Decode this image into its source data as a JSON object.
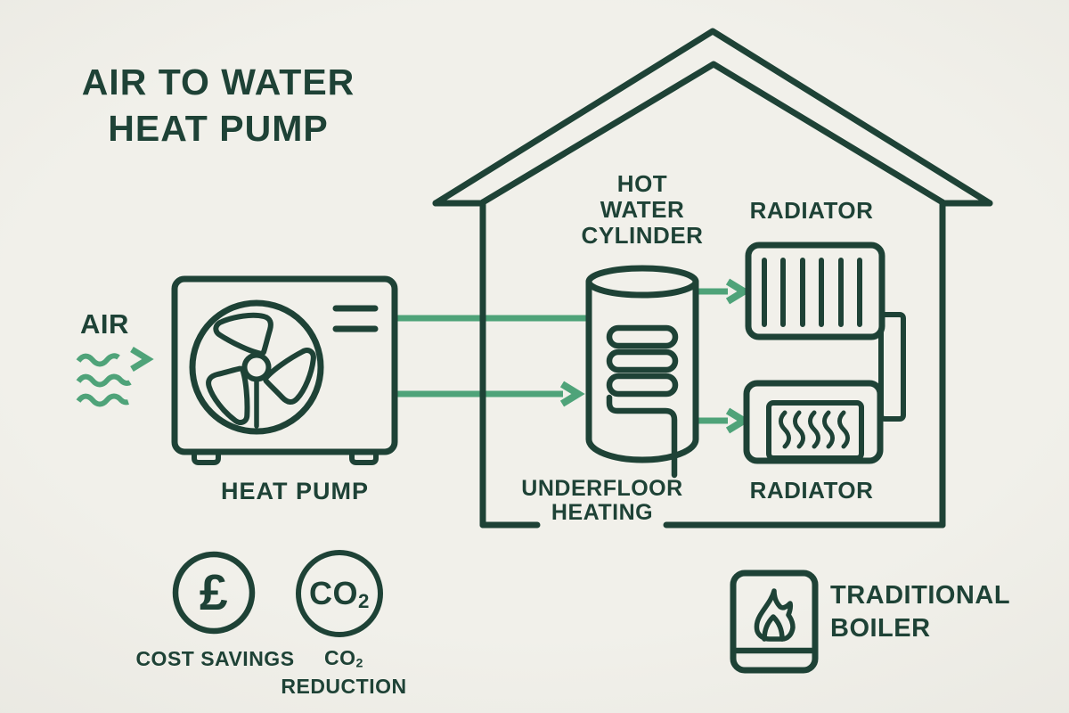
{
  "colors": {
    "background": "#f1f0ea",
    "line": "#1e4236",
    "accent": "#4fa379"
  },
  "title": {
    "text": "AIR TO WATER\nHEAT PUMP"
  },
  "labels": {
    "air": "AIR",
    "heat_pump": "HEAT PUMP",
    "hot_water_cylinder": "HOT\nWATER\nCYLINDER",
    "underfloor_heating": "UNDERFLOOR\nHEATING",
    "radiator_top": "RADIATOR",
    "radiator_bottom": "RADIATOR"
  },
  "badges": {
    "cost_savings": {
      "symbol": "£",
      "label": "COST SAVINGS"
    },
    "co2": {
      "symbol_prefix": "CO",
      "symbol_sub": "2",
      "label_prefix": "CO",
      "label_sub": "2",
      "label_line2": "REDUCTION"
    }
  },
  "boiler": {
    "label": "TRADITIONAL\nBOILER"
  }
}
